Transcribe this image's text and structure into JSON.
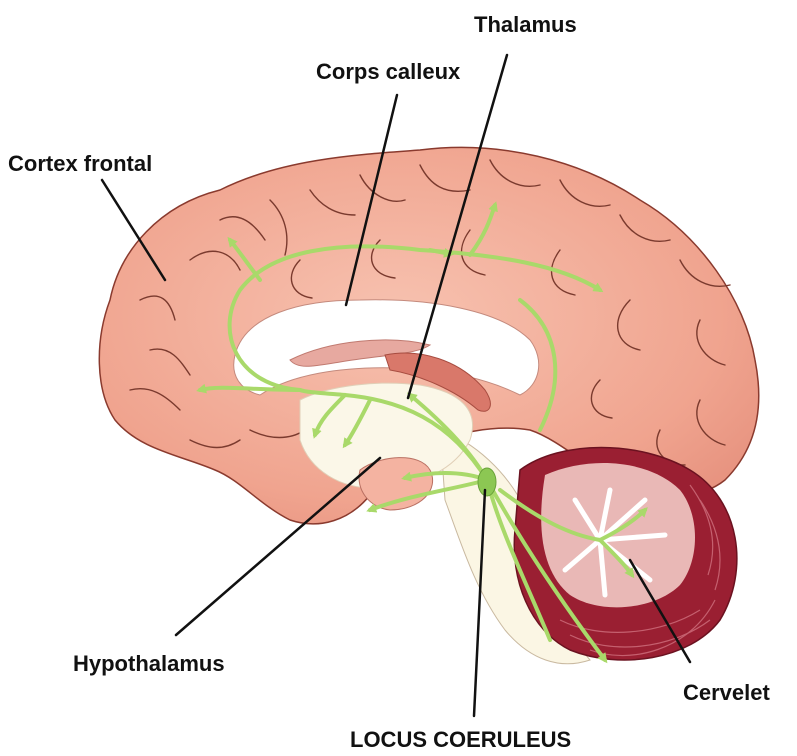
{
  "labels": {
    "thalamus": "Thalamus",
    "corps_calleux": "Corps calleux",
    "cortex_frontal": "Cortex frontal",
    "hypothalamus": "Hypothalamus",
    "cervelet": "Cervelet",
    "locus_coeruleus": "LOCUS COERULEUS"
  },
  "colors": {
    "cortex": "#f2a894",
    "cortex_outline": "#7a2a20",
    "sulci": "#7a3a2e",
    "inner_white": "#ffffff",
    "brainstem": "#fbf7e8",
    "cerebellum_dark": "#9a1f32",
    "cerebellum_light": "#e9b8b6",
    "pathway": "#a9d96a",
    "leader_line": "#111111"
  }
}
